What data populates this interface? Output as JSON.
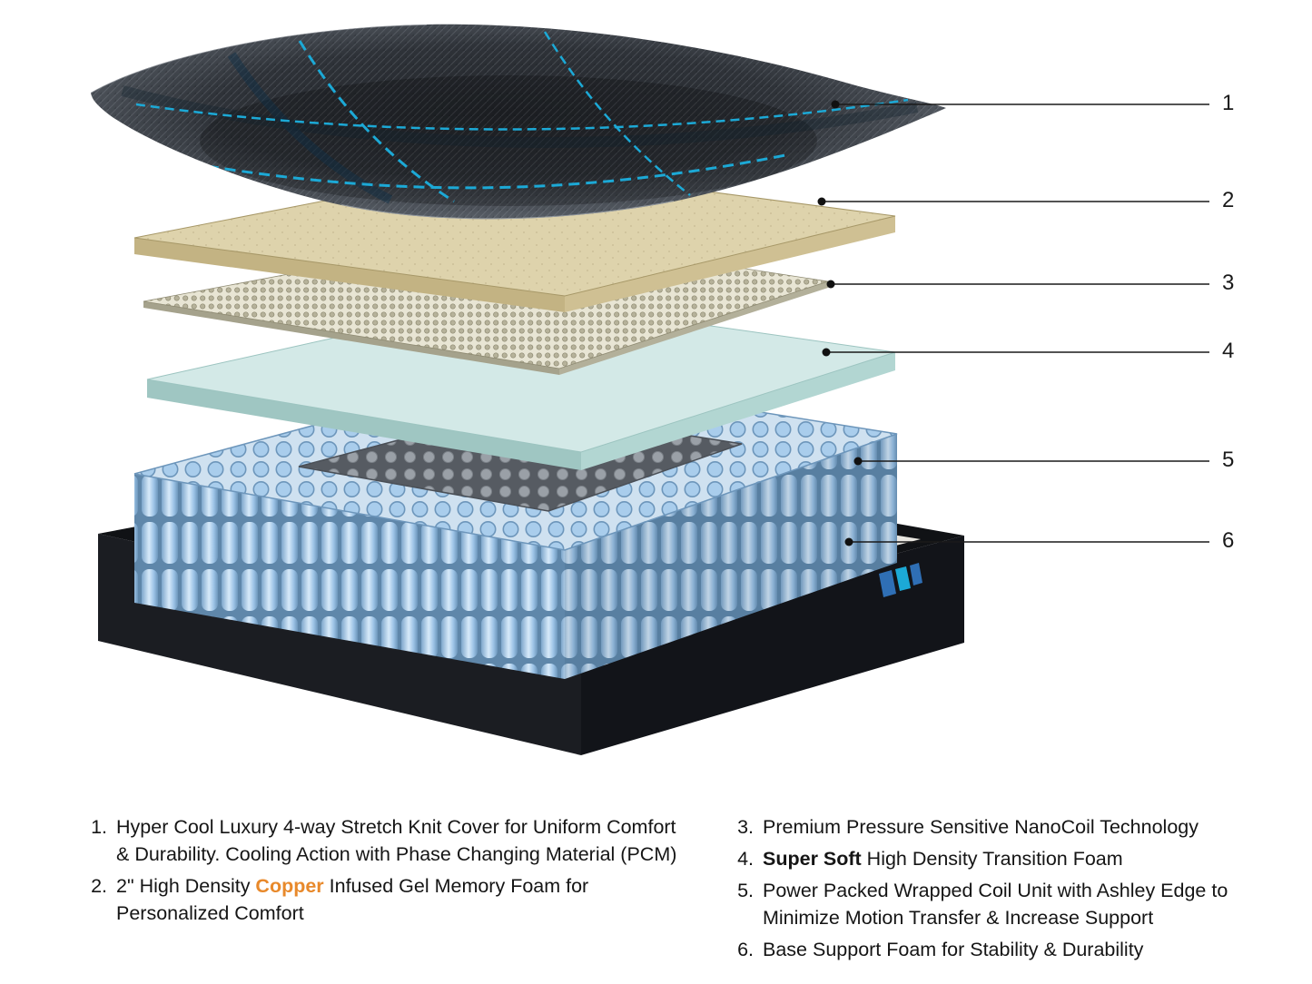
{
  "callouts": [
    {
      "num": "1"
    },
    {
      "num": "2"
    },
    {
      "num": "3"
    },
    {
      "num": "4"
    },
    {
      "num": "5"
    },
    {
      "num": "6"
    }
  ],
  "legend": {
    "left": [
      {
        "num": "1.",
        "text": "Hyper Cool Luxury 4-way Stretch Knit Cover for Uniform Comfort & Durability. Cooling Action with Phase Changing Material (PCM)"
      },
      {
        "num": "2.",
        "pre": "2\" High Density ",
        "copper": "Copper",
        "post": " Infused Gel Memory Foam for Personalized Comfort"
      }
    ],
    "right": [
      {
        "num": "3.",
        "text": "Premium Pressure Sensitive NanoCoil Technology"
      },
      {
        "num": "4.",
        "bold": "Super Soft",
        "post": " High Density Transition Foam"
      },
      {
        "num": "5.",
        "text": "Power Packed Wrapped Coil Unit with Ashley Edge to Minimize Motion Transfer & Increase Support"
      },
      {
        "num": "6.",
        "text": "Base Support Foam for Stability & Durability"
      }
    ]
  },
  "colors": {
    "copper_accent": "#E8892B",
    "plaid_blue": "#1CA9D6",
    "cover_dark": "#23262B",
    "memory_foam_tan": "#DED3AC",
    "nanocoil_beige": "#B6B29A",
    "transition_foam_blue": "#D3E9E7",
    "coil_blue": "#A9CDEC",
    "base_green": "#CFE7D6",
    "base_dark": "#17191D",
    "callout_line": "#1A1A1A"
  }
}
